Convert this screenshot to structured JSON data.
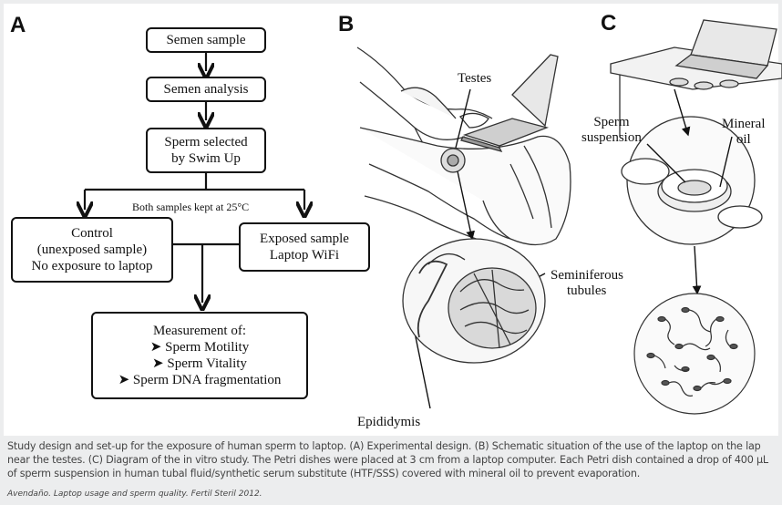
{
  "panels": {
    "a": {
      "letter": "A",
      "box_semen_sample": "Semen sample",
      "box_semen_analysis": "Semen analysis",
      "box_selected_line1": "Sperm selected",
      "box_selected_line2": "by Swim Up",
      "split_note": "Both samples kept at 25°C",
      "box_control_line1": "Control",
      "box_control_line2": "(unexposed sample)",
      "box_control_line3": "No exposure to laptop",
      "box_exposed_line1": "Exposed sample",
      "box_exposed_line2": "Laptop WiFi",
      "measure_title": "Measurement of:",
      "measure_items": [
        "➤ Sperm Motility",
        "➤ Sperm Vitality",
        "➤ Sperm DNA  fragmentation"
      ]
    },
    "b": {
      "letter": "B",
      "label_testes": "Testes",
      "label_seminiferous_line1": "Seminiferous",
      "label_seminiferous_line2": "tubules",
      "label_epididymis": "Epididymis"
    },
    "c": {
      "letter": "C",
      "label_sperm_line1": "Sperm",
      "label_sperm_line2": "suspension",
      "label_oil_line1": "Mineral",
      "label_oil_line2": "oil"
    }
  },
  "caption": "Study design and set-up for the exposure of human sperm to laptop. (A) Experimental design. (B) Schematic situation of the use of the laptop on the lap near the testes. (C) Diagram of the in vitro study. The Petri dishes were placed at 3 cm from a laptop computer. Each Petri dish contained a drop of 400 μL of sperm suspension in human tubal fluid/synthetic serum substitute (HTF/SSS) covered with mineral oil to prevent evaporation.",
  "citation": "Avendaño. Laptop usage and sperm quality. Fertil Steril 2012."
}
